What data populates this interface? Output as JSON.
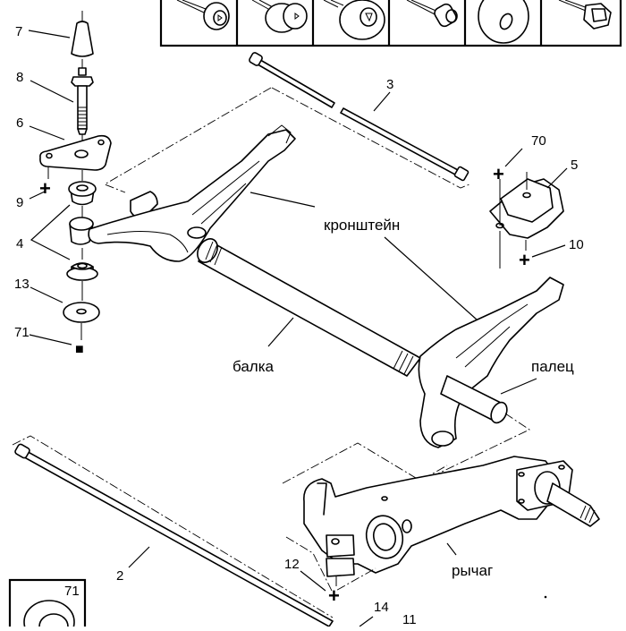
{
  "diagram": {
    "title": "Rear axle beam assembly — exploded view",
    "fastener_strip": [
      {
        "icon": "socket-cap-bolt-short-icon"
      },
      {
        "icon": "socket-flange-bolt-icon"
      },
      {
        "icon": "socket-washer-bolt-icon"
      },
      {
        "icon": "socket-head-cap-screw-icon"
      },
      {
        "icon": "flat-washer-icon"
      },
      {
        "icon": "hex-flange-bolt-icon"
      }
    ],
    "callouts": {
      "c7": "7",
      "c8": "8",
      "c6": "6",
      "c9": "9",
      "c4": "4",
      "c13": "13",
      "c71": "71",
      "c3": "3",
      "c70": "70",
      "c5": "5",
      "c10": "10",
      "c2": "2",
      "c12": "12",
      "c14": "14",
      "c11": "11",
      "c71_inset": "71"
    },
    "part_names": {
      "bracket": "кронштейн",
      "beam": "балка",
      "pin": "палец",
      "arm": "рычаг"
    },
    "symbols": {
      "plus": "+",
      "square": "■"
    }
  }
}
